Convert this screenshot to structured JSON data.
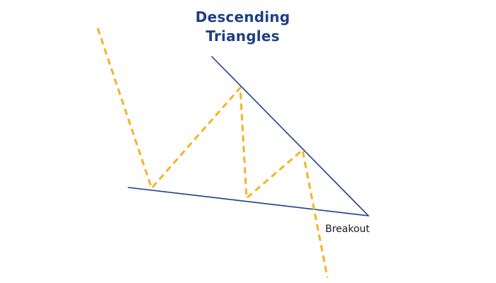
{
  "title": {
    "line1": "Descending",
    "line2": "Triangles"
  },
  "labels": {
    "breakout": "Breakout"
  },
  "colors": {
    "title": "#1f3f86",
    "trendline": "#1f3f86",
    "price_path": "#f5b324",
    "label": "#1a1a1a"
  }
}
